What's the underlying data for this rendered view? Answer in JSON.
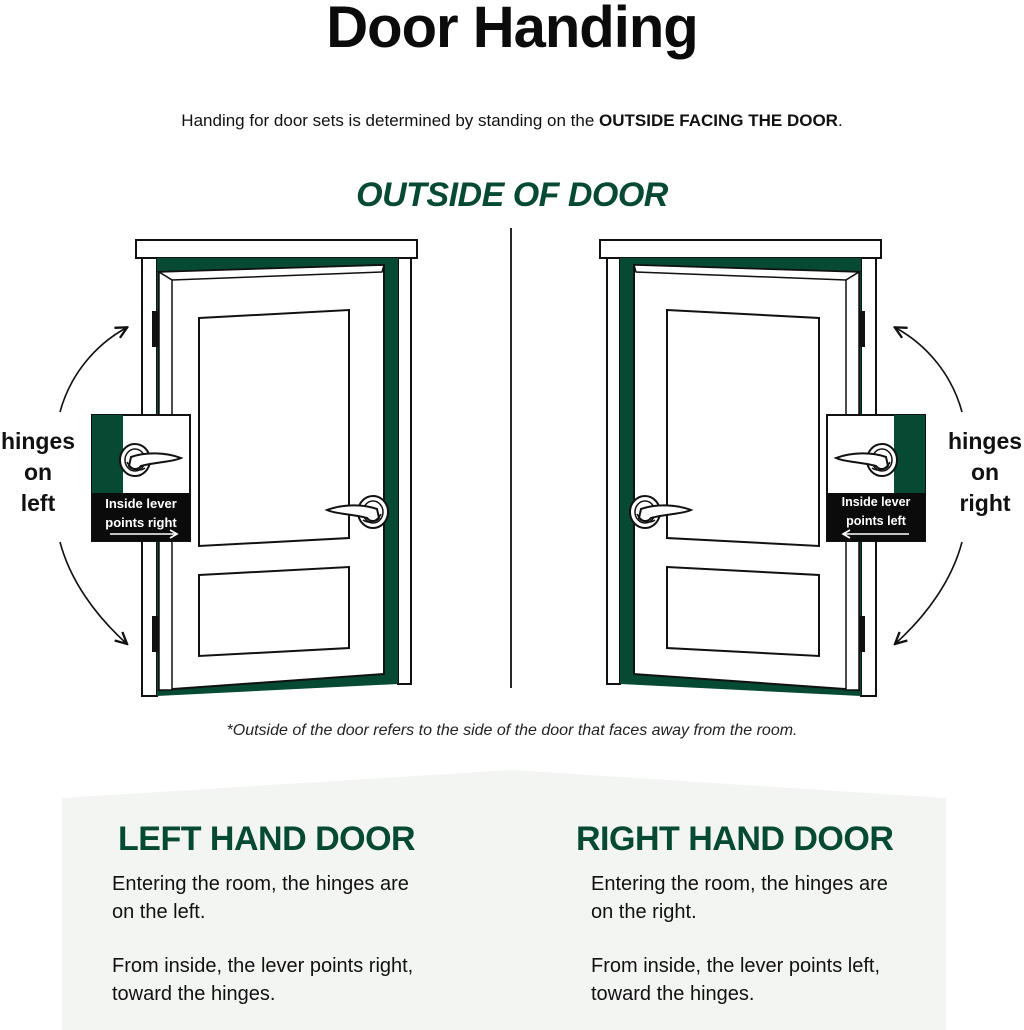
{
  "title": "Door Handing",
  "intro": {
    "prefix": "Handing for door sets is determined by standing on the ",
    "emphasis": "OUTSIDE FACING THE DOOR",
    "suffix": "."
  },
  "section_title": "OUTSIDE OF DOOR",
  "left_door": {
    "side_label": [
      "hinges",
      "on",
      "left"
    ],
    "lever_box": [
      "Inside lever",
      "points right"
    ]
  },
  "right_door": {
    "side_label": [
      "hinges",
      "on",
      "right"
    ],
    "lever_box": [
      "Inside lever",
      "points left"
    ]
  },
  "footnote": "*Outside of the door refers to the side of the door that faces away from the room.",
  "left_hand": {
    "title": "LEFT HAND DOOR",
    "line1": "Entering the room, the hinges are",
    "line2": "on the left.",
    "line3": "From inside, the lever points right,",
    "line4": "toward the hinges."
  },
  "right_hand": {
    "title": "RIGHT HAND DOOR",
    "line1": "Entering the room, the hinges are",
    "line2": "on the right.",
    "line3": "From inside, the lever points left,",
    "line4": "toward the hinges."
  },
  "colors": {
    "accent_green": "#064a33",
    "panel_bg": "#f3f5f3",
    "ink": "#111111"
  },
  "icons": [
    "door-illustration",
    "lever-handle-icon",
    "hinge-icon",
    "curved-arrow-icon"
  ]
}
